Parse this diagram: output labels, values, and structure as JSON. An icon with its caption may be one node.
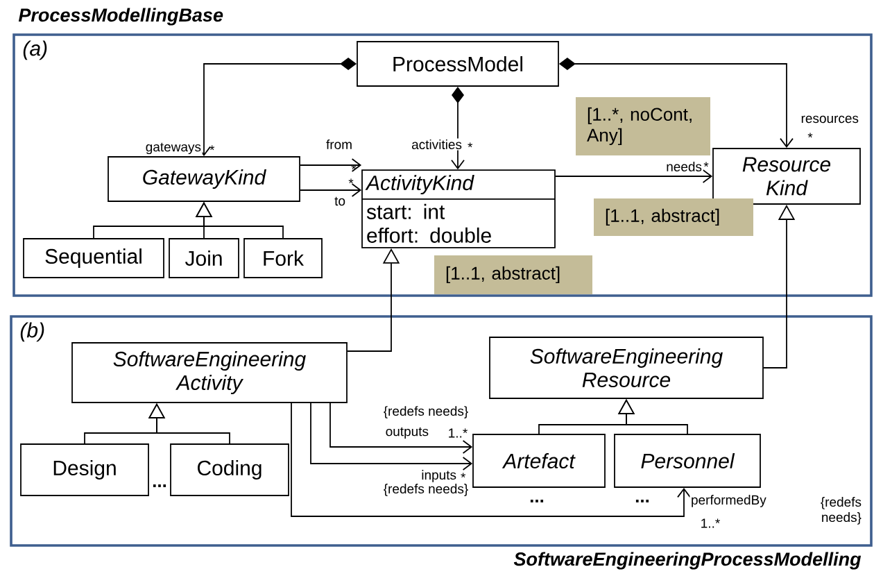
{
  "diagram": {
    "nodes": [
      {
        "text": [
          "ProcessModellingBase",
          "(a)"
        ]
      },
      {
        "text": [
          "SoftwareEngineeringProcessModelling",
          "(b)"
        ]
      },
      {
        "text": [
          "ProcessModel"
        ],
        "in": 0
      },
      {
        "text": [
          "GatewayKind"
        ],
        "in": 0
      },
      {
        "text": [
          "ActivityKind",
          "start: int",
          "effort: double"
        ],
        "in": 0
      },
      {
        "text": [
          "Resource Kind"
        ],
        "in": 0
      },
      {
        "text": [
          "Sequential"
        ],
        "in": 0
      },
      {
        "text": [
          "Join"
        ],
        "in": 0
      },
      {
        "text": [
          "Fork"
        ],
        "in": 0
      },
      {
        "text": [
          "SoftwareEngineering Activity"
        ],
        "in": 1
      },
      {
        "text": [
          "SoftwareEngineering Resource"
        ],
        "in": 1
      },
      {
        "text": [
          "Design"
        ],
        "in": 1
      },
      {
        "text": [
          "Coding"
        ],
        "in": 1
      },
      {
        "text": [
          "Artefact"
        ],
        "in": 1
      },
      {
        "text": [
          "Personnel"
        ],
        "in": 1
      },
      {
        "text": [
          "[1..*, noCont, Any]"
        ],
        "in": 0
      },
      {
        "text": [
          "[1..1, abstract]"
        ],
        "in": 0
      },
      {
        "text": [
          "[1..1, abstract]"
        ],
        "in": 0
      }
    ],
    "edges": [
      {
        "from": 2,
        "to": 3,
        "arrow": "to",
        "label": "gateways"
      },
      {
        "from": 2,
        "to": 4,
        "arrow": "to",
        "label": "activities"
      },
      {
        "from": 2,
        "to": 5,
        "arrow": "to",
        "label": "resources"
      },
      {
        "from": 3,
        "to": 4,
        "arrow": "to",
        "label": "from"
      },
      {
        "from": 3,
        "to": 4,
        "arrow": "to",
        "label": "to"
      },
      {
        "from": 4,
        "to": 5,
        "arrow": "to",
        "label": "needs"
      },
      {
        "from": 6,
        "to": 3,
        "arrow": "to"
      },
      {
        "from": 7,
        "to": 3,
        "arrow": "to"
      },
      {
        "from": 8,
        "to": 3,
        "arrow": "to"
      },
      {
        "from": 9,
        "to": 4,
        "arrow": "to"
      },
      {
        "from": 10,
        "to": 5,
        "arrow": "to"
      },
      {
        "from": 11,
        "to": 9,
        "arrow": "to"
      },
      {
        "from": 12,
        "to": 9,
        "arrow": "to"
      },
      {
        "from": 13,
        "to": 10,
        "arrow": "to"
      },
      {
        "from": 14,
        "to": 10,
        "arrow": "to"
      },
      {
        "from": 9,
        "to": 13,
        "arrow": "to",
        "label": "outputs"
      },
      {
        "from": 9,
        "to": 13,
        "arrow": "to",
        "label": "inputs"
      },
      {
        "from": 9,
        "to": 14,
        "arrow": "to",
        "label": "performedBy"
      }
    ],
    "labels": [
      "*",
      "*",
      "*",
      "*",
      "*",
      "*",
      "...",
      "{redefs needs}",
      "1..*",
      "*",
      "{redefs needs}",
      "...",
      "...",
      "1..*",
      "{redefs needs}"
    ]
  }
}
